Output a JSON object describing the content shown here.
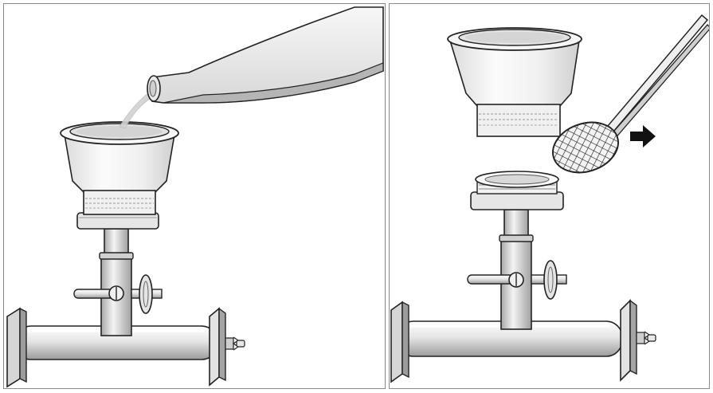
{
  "figure": {
    "panels": [
      {
        "id": "pour-sample",
        "objects": [
          "bottle",
          "liquid-stream",
          "filter-funnel",
          "funnel-base-ring",
          "stem",
          "valve-lever",
          "valve-wheel",
          "manifold-pipe",
          "end-plate-left",
          "end-plate-right",
          "hose-nozzle"
        ]
      },
      {
        "id": "remove-membrane",
        "objects": [
          "filter-funnel",
          "funnel-support-base",
          "forceps",
          "membrane-filter",
          "direction-arrow",
          "stem",
          "valve-lever",
          "valve-wheel",
          "manifold-pipe",
          "end-plate-left",
          "end-plate-right",
          "hose-nozzle"
        ]
      }
    ],
    "colors": {
      "outline": "#222222",
      "metal_light": "#f2f2f2",
      "metal_mid": "#c9c9c9",
      "metal_dark": "#9a9a9a",
      "glass": "#e9e9e9",
      "liquid": "#b5b5b5",
      "arrow": "#111111",
      "panel_border": "#8a8a8a"
    }
  }
}
